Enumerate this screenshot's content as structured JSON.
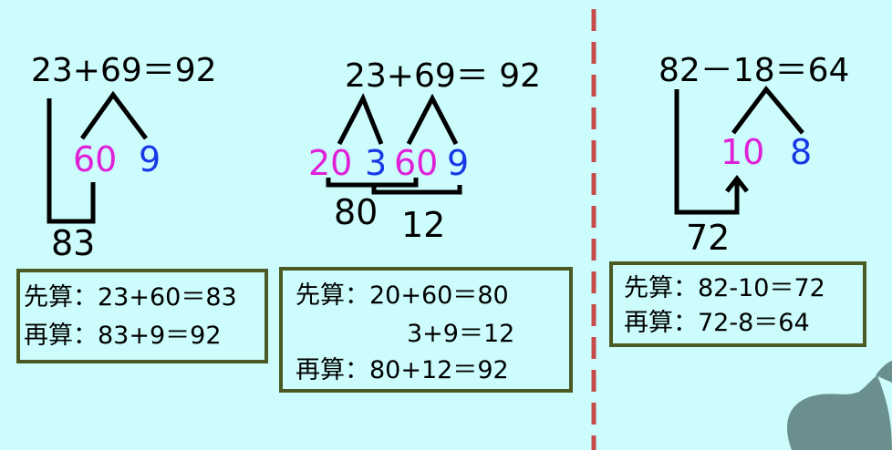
{
  "colors": {
    "background": "#ccfcfc",
    "box_border": "#4a5a22",
    "pink": "#e020d8",
    "blue": "#1838e8",
    "divider": "#c84b4b",
    "leaf": "#6b8f8e"
  },
  "icons": {
    "leaf": "leaf-icon"
  },
  "left": {
    "equation": "23+69＝92",
    "split": [
      "60",
      "9"
    ],
    "partial": "83",
    "box": {
      "row1_label": "先算：",
      "row1_expr": "23+60＝83",
      "row2_label": "再算：",
      "row2_expr": "83+9＝92"
    }
  },
  "middle": {
    "equation": "23+69＝ 92",
    "split_a": [
      "20",
      "3"
    ],
    "split_b": [
      "60",
      "9"
    ],
    "partial_a": "80",
    "partial_b": "12",
    "box": {
      "row1_label": "先算：",
      "row1_expr": "20+60＝80",
      "row2_expr": "3+9＝12",
      "row3_label": "再算：",
      "row3_expr": "80+12＝92"
    }
  },
  "right": {
    "equation": "82－18＝64",
    "split": [
      "10",
      "8"
    ],
    "partial": "72",
    "box": {
      "row1_label": "先算：",
      "row1_expr": "82-10＝72",
      "row2_label": "再算：",
      "row2_expr": "72-8＝64"
    }
  }
}
